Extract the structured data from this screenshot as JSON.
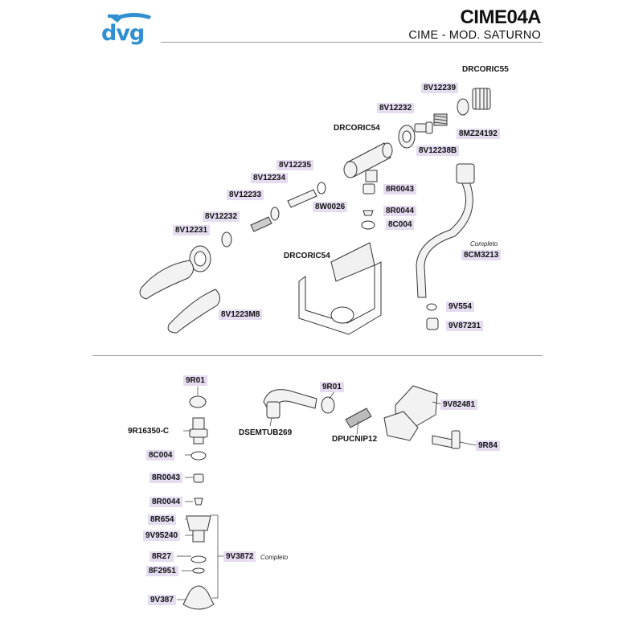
{
  "header": {
    "brand": "dvg",
    "title": "CIME04A",
    "subtitle": "CIME - MOD. SATURNO"
  },
  "colors": {
    "brand": "#2f8fd0",
    "label_bg": "#e6dcf0",
    "divider": "#9a9a9a"
  },
  "parts_top": [
    {
      "code": "DRCORIC55"
    },
    {
      "code": "8V12239"
    },
    {
      "code": "8V12232"
    },
    {
      "code": "8MZ24192"
    },
    {
      "code": "DRCORIC54"
    },
    {
      "code": "8V12238B"
    },
    {
      "code": "8V12235"
    },
    {
      "code": "8V12234"
    },
    {
      "code": "8V12233"
    },
    {
      "code": "8R0043"
    },
    {
      "code": "8V12232"
    },
    {
      "code": "8W0026"
    },
    {
      "code": "8R0044"
    },
    {
      "code": "8V12231"
    },
    {
      "code": "8C004"
    },
    {
      "code": "8CM3213"
    },
    {
      "code": "DRCORIC54"
    },
    {
      "code": "9V554"
    },
    {
      "code": "8V1223M8"
    },
    {
      "code": "9V87231"
    }
  ],
  "parts_bottom": [
    {
      "code": "9R01"
    },
    {
      "code": "9R01"
    },
    {
      "code": "9V82481"
    },
    {
      "code": "9R16350-C"
    },
    {
      "code": "DSEMTUB269"
    },
    {
      "code": "DPUCNIP12"
    },
    {
      "code": "9R84"
    },
    {
      "code": "8C004"
    },
    {
      "code": "8R0043"
    },
    {
      "code": "8R0044"
    },
    {
      "code": "8R654"
    },
    {
      "code": "9V95240"
    },
    {
      "code": "8R27"
    },
    {
      "code": "9V3872"
    },
    {
      "code": "8F2951"
    },
    {
      "code": "9V387"
    }
  ],
  "notes": {
    "complete_1": "Completo",
    "complete_2": "Completo"
  }
}
